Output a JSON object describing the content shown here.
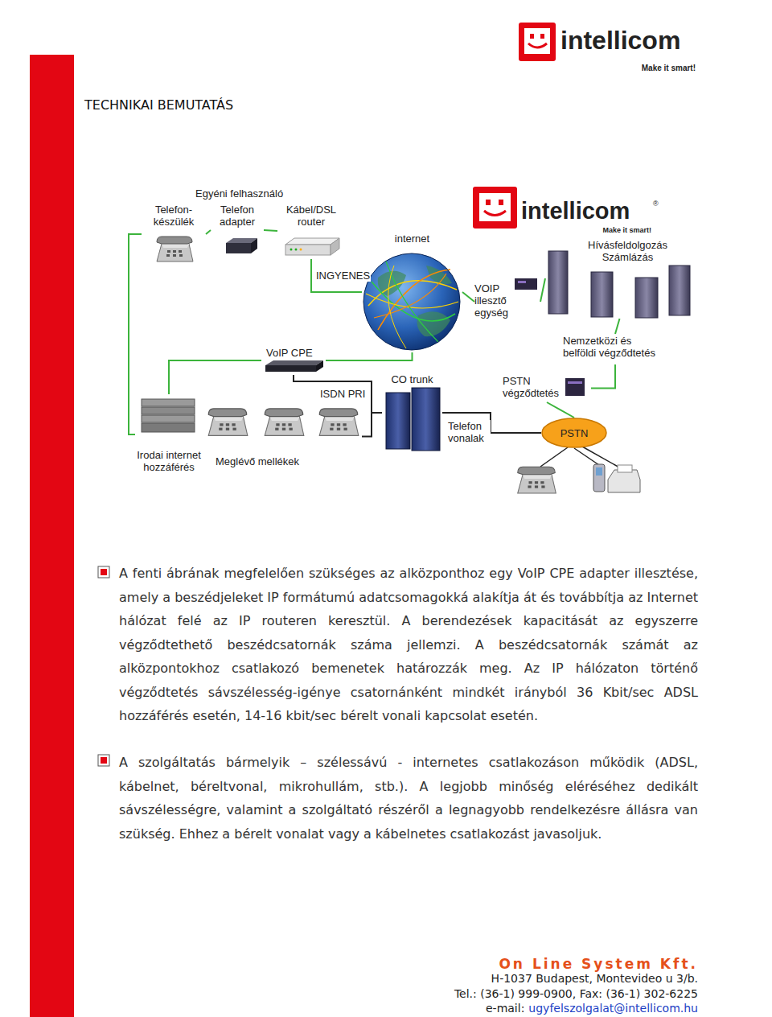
{
  "diagram": {
    "title": "TECHNIKAI BEMUTATÁS",
    "nodes": [
      {
        "text": [
          "Telefon-készülék"
        ]
      },
      {
        "text": [
          "Telefon adapter"
        ]
      },
      {
        "text": [
          "Kábel/DSL router"
        ]
      },
      {
        "text": [
          "internet"
        ]
      },
      {
        "text": [
          "Hívásfeldolgozás Számlázás"
        ]
      },
      {
        "text": [
          "VOIP illesztő egység"
        ]
      },
      {
        "text": [
          "Nemzetközi és belföldi végződtetés"
        ]
      },
      {
        "text": [
          "VoIP CPE"
        ]
      },
      {
        "text": [
          "CO trunk"
        ]
      },
      {
        "text": [
          "PSTN végződtetés"
        ]
      },
      {
        "text": [
          "PSTN"
        ]
      },
      {
        "text": [
          "Irodai internet hozzáférés"
        ]
      },
      {
        "text": [
          "Meglévő mellékek"
        ]
      }
    ],
    "edges": [
      {
        "from": 0,
        "to": 1,
        "arrow": "none"
      },
      {
        "from": 1,
        "to": 2,
        "arrow": "none"
      },
      {
        "from": 2,
        "to": 3,
        "label": "INGYENES",
        "arrow": "none"
      },
      {
        "from": 3,
        "to": 5,
        "arrow": "none"
      },
      {
        "from": 5,
        "to": 4,
        "arrow": "none"
      },
      {
        "from": 4,
        "to": 6,
        "arrow": "none"
      },
      {
        "from": 6,
        "to": 9,
        "arrow": "none"
      },
      {
        "from": 9,
        "to": 10,
        "arrow": "none"
      },
      {
        "from": 0,
        "to": 11,
        "arrow": "none"
      },
      {
        "from": 11,
        "to": 7,
        "arrow": "none"
      },
      {
        "from": 7,
        "to": 3,
        "arrow": "none"
      },
      {
        "from": 7,
        "to": 8,
        "arrow": "none"
      },
      {
        "from": 8,
        "to": 12,
        "arrow": "none"
      },
      {
        "from": 8,
        "to": 10,
        "label": "Telefon vonalak",
        "arrow": "none"
      }
    ],
    "labels": [
      "intellicom",
      "Make it smart!",
      "Egyéni felhasználó",
      "ISDN PRI",
      "intellicom",
      "®",
      "Make it smart!",
      "A fenti ábrának megfelelően szükséges az alközponthoz egy VoIP CPE adapter illesztése, amely a beszédjeleket IP formátumú adatcsomagokká alakítja át és továbbítja az Internet hálózat felé az IP routeren keresztül. A berendezések kapacitását az egyszerre végződtethető beszédcsatornák száma jellemzi. A beszédcsatornák számát az alközpontokhoz csatlakozó bemenetek határozzák meg. Az IP hálózaton történő végződtetés sávszélesség-igénye csatornánként mindkét irányból 36 Kbit/sec ADSL hozzáférés esetén, 14-16 kbit/sec bérelt vonali kapcsolat esetén.",
      "A szolgáltatás bármelyik – szélessávú - internetes csatlakozáson működik (ADSL, kábelnet, béreltvonal, mikrohullám, stb.). A legjobb minőség eléréséhez dedikált sávszélességre, valamint a szolgáltató részéről a legnagyobb rendelkezésre állásra van szükség. Ehhez a bérelt vonalat vagy a kábelnetes csatlakozást javasoljuk.",
      "On Line System Kft.",
      "H-1037 Budapest, Montevideo u 3/b.",
      "Tel.: (36-1) 999-0900, Fax: (36-1) 302-6225",
      "e-mail:",
      "ugyfelszolgalat@intellicom.hu"
    ]
  }
}
